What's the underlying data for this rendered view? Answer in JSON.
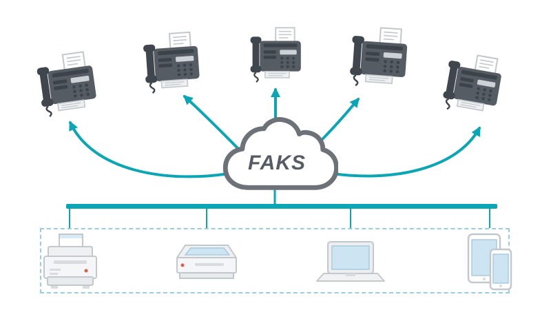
{
  "diagram": {
    "cloud_label": "FAKS",
    "icons": {
      "top_row": [
        "fax-machine-icon",
        "fax-machine-icon",
        "fax-machine-icon",
        "fax-machine-icon",
        "fax-machine-icon"
      ],
      "center": "cloud-icon",
      "bottom_row": [
        "printer-icon",
        "scanner-icon",
        "laptop-icon",
        "tablet-icon",
        "smartphone-icon"
      ]
    },
    "colors": {
      "accent_teal": "#0aa6b5",
      "fax_body": "#565c64",
      "fax_detail": "#3d434b",
      "cloud_outline": "#6d7278",
      "label_text": "#565c64",
      "dashed_border": "#96cfe0",
      "device_outline": "#c3c8cd",
      "screen_blue": "#cde4f2"
    },
    "connections": {
      "cloud_to_fax_arrows": 5,
      "cloud_to_bus_link": 1,
      "bus_to_device_links": 4
    }
  }
}
